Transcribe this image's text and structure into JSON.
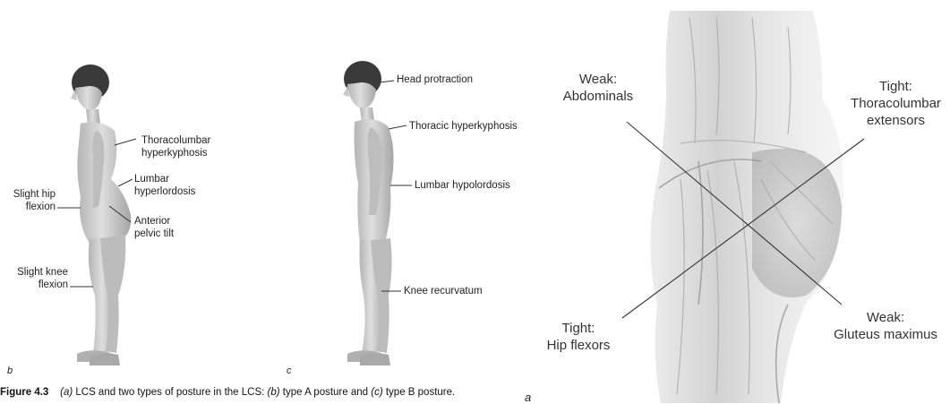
{
  "panel_b": {
    "letter": "b",
    "labels": {
      "thoracolumbar_1": "Thoracolumbar",
      "thoracolumbar_2": "hyperkyphosis",
      "lumbar_1": "Lumbar",
      "lumbar_2": "hyperlordosis",
      "hip_1": "Slight hip",
      "hip_2": "flexion",
      "pelvic_1": "Anterior",
      "pelvic_2": "pelvic tilt",
      "knee_1": "Slight knee",
      "knee_2": "flexion"
    }
  },
  "panel_c": {
    "letter": "c",
    "labels": {
      "head": "Head protraction",
      "thoracic": "Thoracic hyperkyphosis",
      "lumbar": "Lumbar hypolordosis",
      "knee": "Knee recurvatum"
    }
  },
  "panel_a": {
    "letter": "a",
    "labels": {
      "weak_abd_1": "Weak:",
      "weak_abd_2": "Abdominals",
      "tight_tl_1": "Tight:",
      "tight_tl_2": "Thoracolumbar",
      "tight_tl_3": "extensors",
      "tight_hf_1": "Tight:",
      "tight_hf_2": "Hip flexors",
      "weak_gm_1": "Weak:",
      "weak_gm_2": "Gluteus maximus"
    }
  },
  "caption": {
    "figure": "Figure 4.3",
    "part1": "(a)",
    "part2": " LCS and two types of posture in the LCS: ",
    "part3": "(b)",
    "part4": " type A posture and ",
    "part5": "(c)",
    "part6": " type B posture."
  },
  "colors": {
    "figure_fill": "#cfcfcf",
    "figure_shadow": "#a9a9a9",
    "hair": "#3a3a3a",
    "muscle_light": "#e4e4e4",
    "muscle_mid": "#bdbdbd",
    "line": "#333333"
  }
}
